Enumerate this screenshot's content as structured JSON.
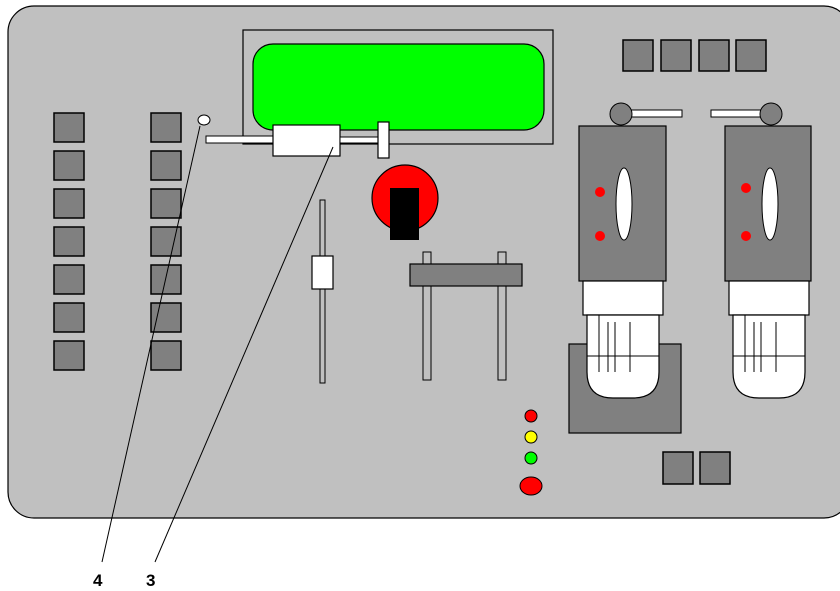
{
  "callouts": [
    {
      "id": "4",
      "label": "4"
    },
    {
      "id": "3",
      "label": "3"
    }
  ],
  "colors": {
    "panel": "#c0c0c0",
    "display": "#00ff00",
    "key": "#808080",
    "emergency_stop": "#ff0000",
    "led_red": "#ff0000",
    "led_yellow": "#ffff00",
    "led_green": "#00ff00"
  },
  "keypad_left": {
    "key_count": 7
  },
  "keypad_center": {
    "key_count": 7
  },
  "top_right_keys": {
    "key_count": 4
  },
  "bottom_right_keys": {
    "key_count": 2
  },
  "status_leds": [
    "red",
    "yellow",
    "green"
  ],
  "cartridge_slots": {
    "count": 2
  }
}
